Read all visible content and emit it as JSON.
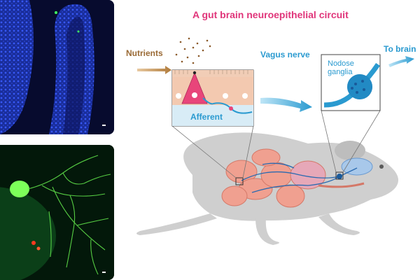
{
  "title": "A gut brain neuroepithelial circuit",
  "labels": {
    "nutrients": "Nutrients",
    "vagus_nerve": "Vagus nerve",
    "afferent": "Afferent",
    "nodose_line1": "Nodose",
    "nodose_line2": "ganglia",
    "to_brain": "To brain"
  },
  "colors": {
    "title": "#e0357a",
    "nerve_blue": "#2a9ad0",
    "nutrient_brown": "#9a6a35",
    "cell_pink": "#e8457a",
    "mouse_gray": "#cfcfcf",
    "gut_salmon": "#f0a090"
  }
}
